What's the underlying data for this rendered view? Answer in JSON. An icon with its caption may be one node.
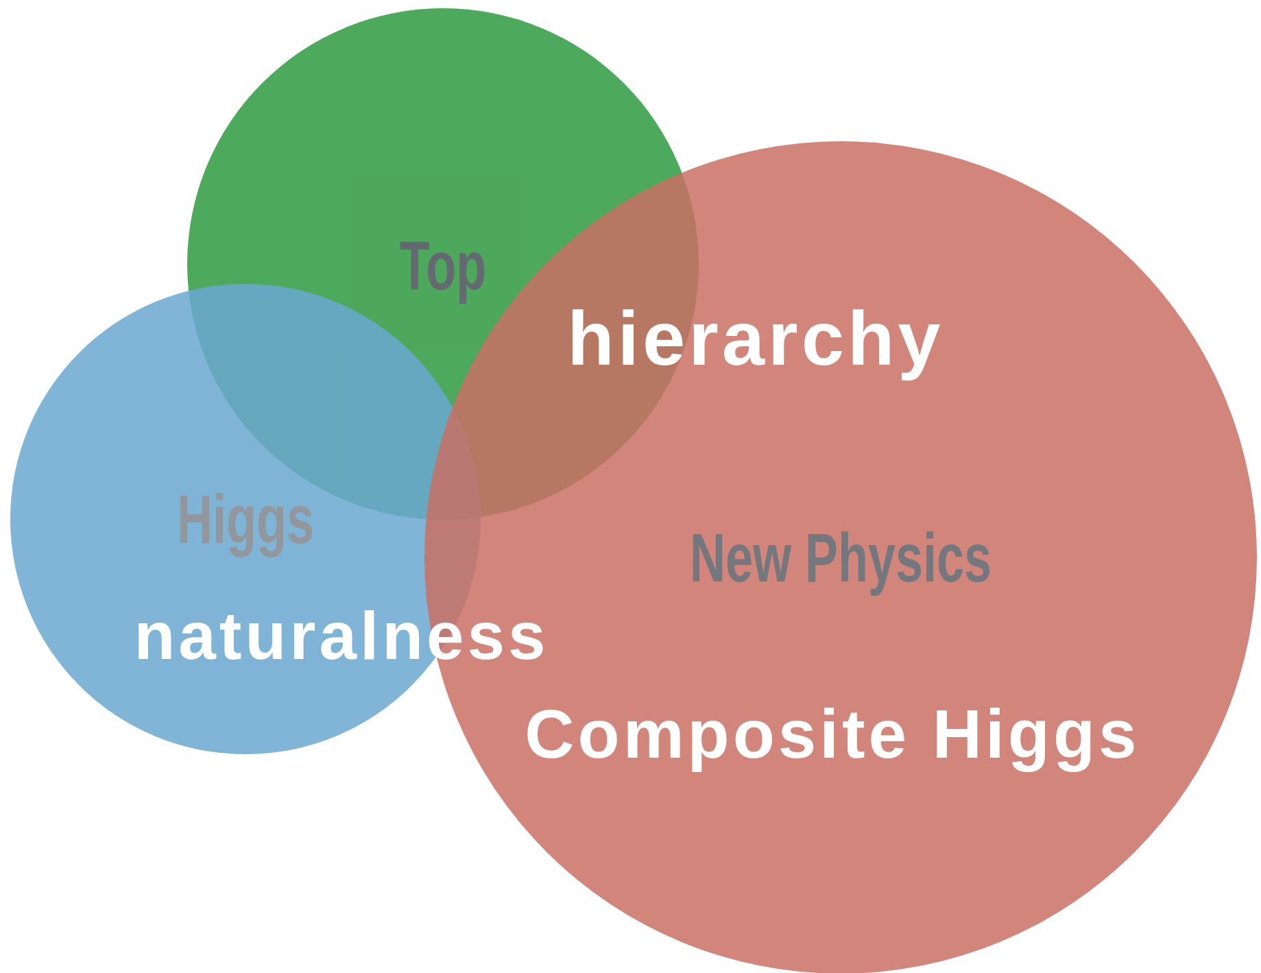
{
  "diagram": {
    "nodes": [
      {
        "text": [
          "Top"
        ]
      },
      {
        "text": [
          "Higgs"
        ]
      },
      {
        "text": [
          "New Physics"
        ]
      }
    ],
    "labels": [
      "hierarchy",
      "naturalness",
      "Composite Higgs"
    ]
  }
}
